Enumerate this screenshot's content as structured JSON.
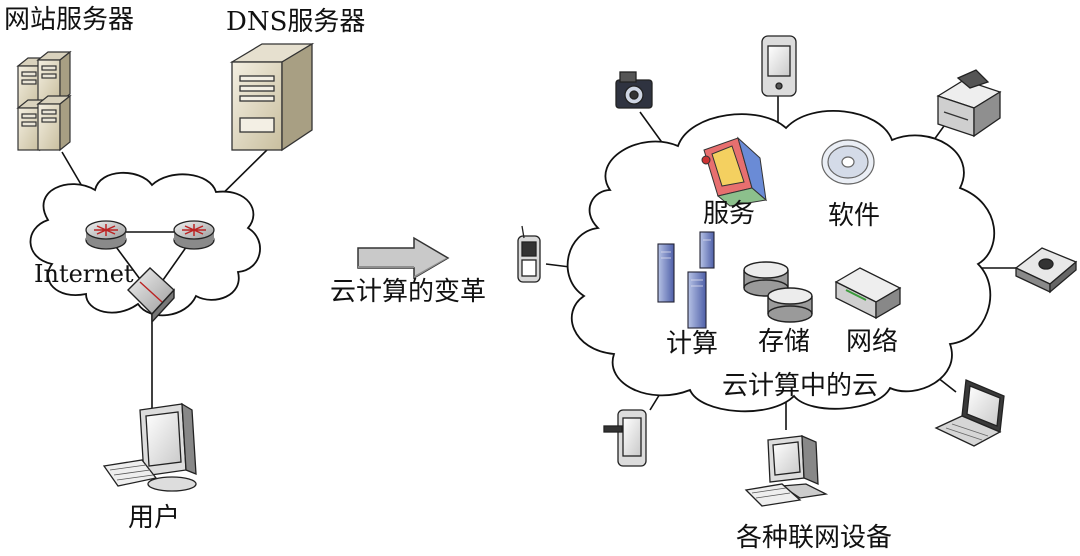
{
  "left": {
    "web_server_label": "网站服务器",
    "dns_server_label": "DNS服务器",
    "internet_label": "Internet",
    "user_label": "用户"
  },
  "arrow": {
    "label": "云计算的变革"
  },
  "right": {
    "cloud_label": "云计算中的云",
    "services_label": "服务",
    "software_label": "软件",
    "compute_label": "计算",
    "storage_label": "存储",
    "network_label": "网络",
    "devices_label": "各种联网设备"
  },
  "icons": [
    "web-server-icon",
    "dns-server-icon",
    "router-icon",
    "switch-icon",
    "desktop-computer-icon",
    "camera-icon",
    "pda-icon",
    "printer-icon",
    "scanner-icon",
    "laptop-icon",
    "workstation-icon",
    "tablet-icon",
    "mobile-phone-icon",
    "service-icon",
    "cd-icon",
    "server-icon",
    "database-icon",
    "network-device-icon"
  ]
}
